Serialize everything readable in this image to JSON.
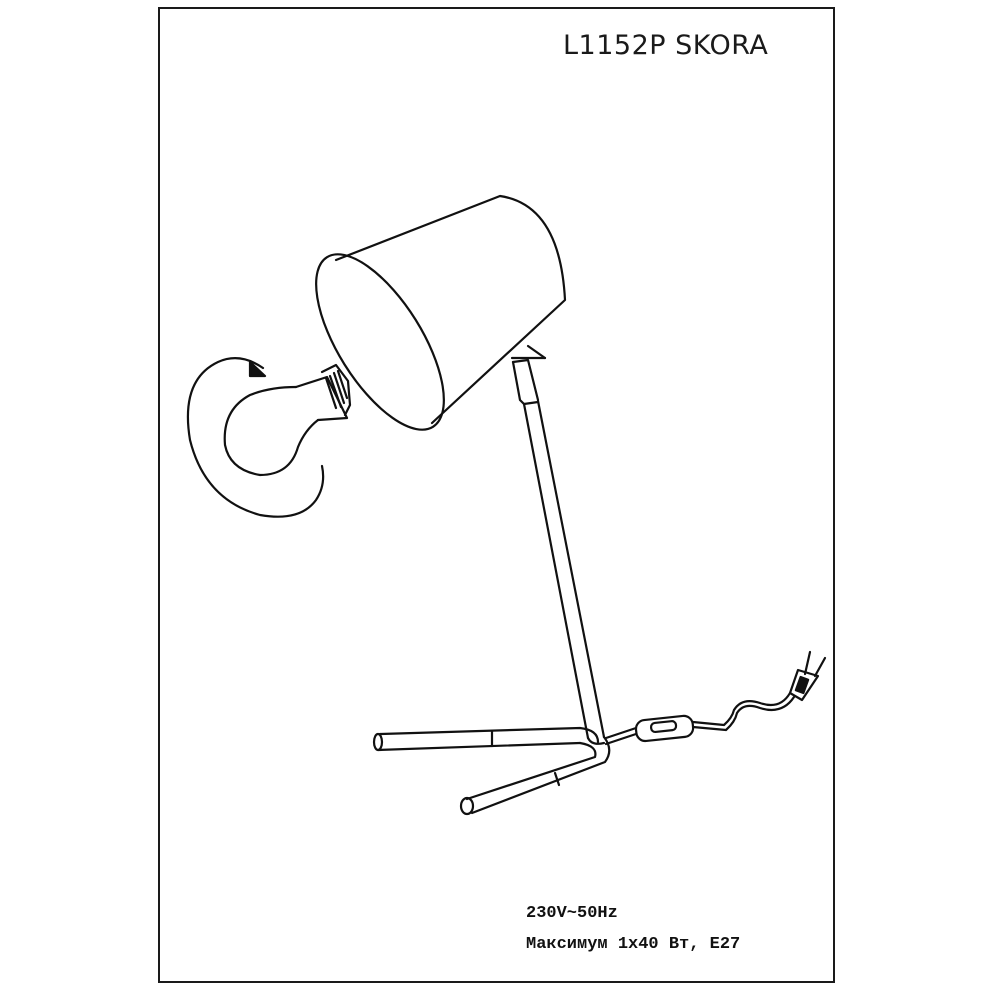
{
  "document": {
    "model_title": "L1152P SKORA",
    "specs": {
      "line1": "230V~50Hz",
      "line2": "Максимум 1x40 Вт, E27"
    }
  },
  "illustration": {
    "parts": [
      "lamp-shade",
      "light-bulb",
      "rotation-arrow",
      "stem",
      "base-legs",
      "cord",
      "inline-switch",
      "plug"
    ],
    "colors": {
      "line": "#111111",
      "background": "#ffffff"
    }
  }
}
